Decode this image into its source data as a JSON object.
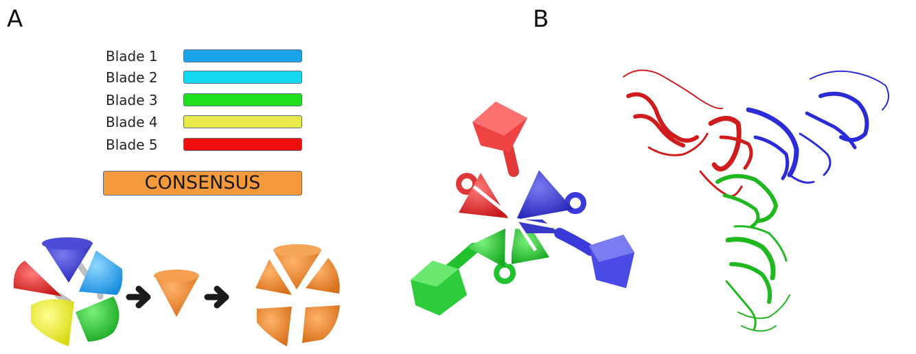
{
  "panels": {
    "a": "A",
    "b": "B"
  },
  "legend": [
    {
      "label": "Blade 1",
      "color": "#1aa3e8"
    },
    {
      "label": "Blade 2",
      "color": "#12d9ee"
    },
    {
      "label": "Blade 3",
      "color": "#1fe01f"
    },
    {
      "label": "Blade 4",
      "color": "#e8ea4a"
    },
    {
      "label": "Blade 5",
      "color": "#ee0e0e"
    }
  ],
  "consensus": {
    "label": "CONSENSUS",
    "color": "#f59a3c"
  },
  "colors": {
    "red": "#e03030",
    "blue": "#3b3bdc",
    "green": "#22c22e",
    "orange": "#ef8a2a",
    "arrow": "#1b1b1b"
  }
}
